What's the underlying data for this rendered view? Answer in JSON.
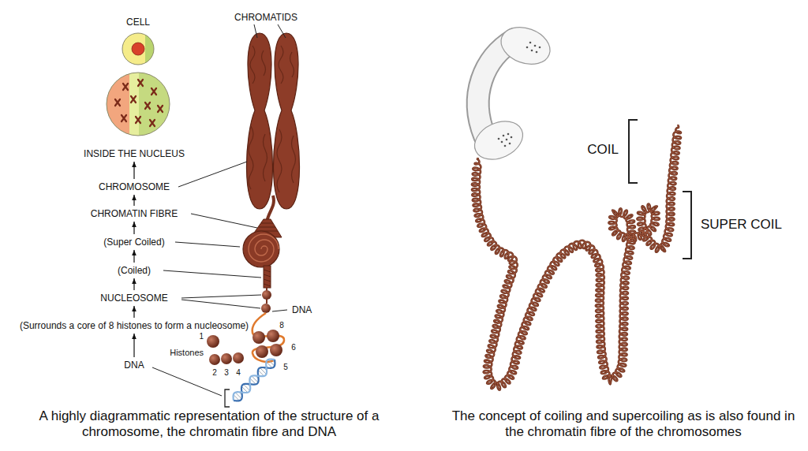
{
  "diagram": {
    "nodes": [
      {
        "text": [
          "INSIDE THE NUCLEUS"
        ]
      },
      {
        "text": [
          "CHROMOSOME"
        ]
      },
      {
        "text": [
          "CHROMATIN FIBRE"
        ]
      },
      {
        "text": [
          "(Super Coiled)"
        ]
      },
      {
        "text": [
          "(Coiled)"
        ]
      },
      {
        "text": [
          "NUCLEOSOME"
        ]
      },
      {
        "text": [
          "(Surrounds a core of 8 histones to form a nucleosome)"
        ]
      },
      {
        "text": [
          "DNA"
        ]
      }
    ],
    "edges": [
      {
        "from": 7,
        "to": 6,
        "arrow": "to"
      },
      {
        "from": 6,
        "to": 5,
        "arrow": "to"
      },
      {
        "from": 5,
        "to": 4,
        "arrow": "to"
      },
      {
        "from": 4,
        "to": 3,
        "arrow": "to"
      },
      {
        "from": 3,
        "to": 2,
        "arrow": "to"
      },
      {
        "from": 2,
        "to": 1,
        "arrow": "to"
      },
      {
        "from": 1,
        "to": 0,
        "arrow": "to"
      }
    ],
    "labels": [
      "CELL",
      "CHROMATIDS",
      "DNA",
      "Histones",
      "1",
      "8",
      "6",
      "2",
      "3",
      "4",
      "5",
      "COIL",
      "SUPER COIL",
      "A highly diagrammatic representation of the structure of a chromosome, the chromatin fibre and DNA",
      "The concept of coiling and supercoiling as is also found in the chromatin fibre of the chromosomes"
    ]
  }
}
